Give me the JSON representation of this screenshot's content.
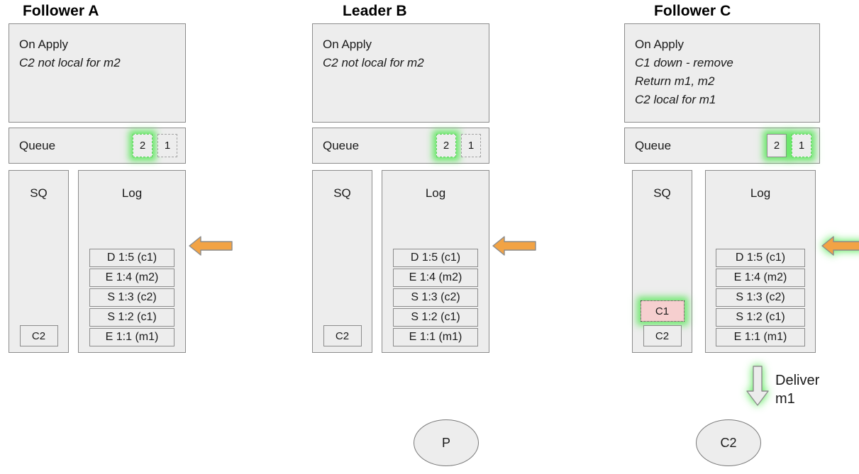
{
  "diagram": {
    "nodes": [
      {
        "id": "follower-a",
        "title": "Follower A",
        "on_apply": {
          "heading": "On Apply",
          "lines": [
            "C2 not local for m2"
          ]
        },
        "queue": {
          "label": "Queue",
          "slots": [
            {
              "value": "2",
              "style": "dashed-green",
              "glow": true
            },
            {
              "value": "1",
              "style": "dashed-gray",
              "glow": false
            }
          ]
        },
        "sq": {
          "title": "SQ",
          "items": [
            {
              "value": "C2",
              "style": "plain"
            }
          ]
        },
        "log": {
          "title": "Log",
          "entries": [
            "D 1:5 (c1)",
            "E 1:4 (m2)",
            "S 1:3 (c2)",
            "S 1:2 (c1)",
            "E 1:1 (m1)"
          ]
        },
        "arrow": {
          "direction": "left",
          "color": "#f2a345",
          "glow": false
        },
        "bottom": null,
        "deliver": null
      },
      {
        "id": "leader-b",
        "title": "Leader B",
        "on_apply": {
          "heading": "On Apply",
          "lines": [
            "C2 not local for m2"
          ]
        },
        "queue": {
          "label": "Queue",
          "slots": [
            {
              "value": "2",
              "style": "dashed-green",
              "glow": true
            },
            {
              "value": "1",
              "style": "dashed-gray",
              "glow": false
            }
          ]
        },
        "sq": {
          "title": "SQ",
          "items": [
            {
              "value": "C2",
              "style": "plain"
            }
          ]
        },
        "log": {
          "title": "Log",
          "entries": [
            "D 1:5 (c1)",
            "E 1:4 (m2)",
            "S 1:3 (c2)",
            "S 1:2 (c1)",
            "E 1:1 (m1)"
          ]
        },
        "arrow": {
          "direction": "left",
          "color": "#f2a345",
          "glow": false
        },
        "bottom": {
          "label": "P",
          "shape": "ellipse"
        },
        "deliver": null
      },
      {
        "id": "follower-c",
        "title": "Follower C",
        "on_apply": {
          "heading": "On Apply",
          "lines": [
            "C1 down - remove",
            "Return m1, m2",
            "C2 local for m1"
          ]
        },
        "queue": {
          "label": "Queue",
          "slots": [
            {
              "value": "2",
              "style": "solid-gray",
              "glow": true
            },
            {
              "value": "1",
              "style": "dashed-green",
              "glow": true
            }
          ]
        },
        "sq": {
          "title": "SQ",
          "items": [
            {
              "value": "C1",
              "style": "pink-highlight"
            },
            {
              "value": "C2",
              "style": "plain"
            }
          ]
        },
        "log": {
          "title": "Log",
          "entries": [
            "D 1:5 (c1)",
            "E 1:4 (m2)",
            "S 1:3 (c2)",
            "S 1:2 (c1)",
            "E 1:1 (m1)"
          ]
        },
        "arrow": {
          "direction": "left",
          "color": "#f2a345",
          "glow": true
        },
        "bottom": {
          "label": "C2",
          "shape": "ellipse"
        },
        "deliver": {
          "line1": "Deliver",
          "line2": "m1",
          "arrow_direction": "down",
          "glow": true
        }
      }
    ],
    "colors": {
      "panel_fill": "#ededed",
      "panel_border": "#8c8c8c",
      "arrow_orange": "#f2a345",
      "highlight_green": "#3ce63c",
      "pink_fill": "#f6cfcf",
      "text": "#1a1a1a"
    }
  }
}
